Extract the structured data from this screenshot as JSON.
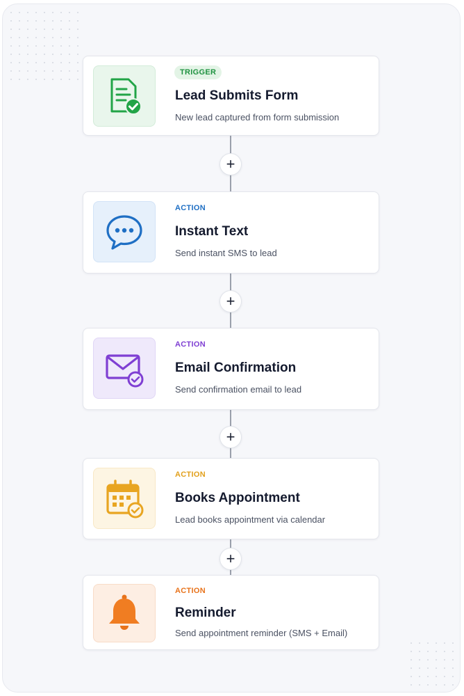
{
  "steps": [
    {
      "badge": "TRIGGER",
      "title": "Lead Submits Form",
      "description": "New lead captured from form submission",
      "icon": "form-check-icon",
      "accent": "#22a447",
      "icon_bg": "#e9f6ec"
    },
    {
      "badge": "ACTION",
      "title": "Instant Text",
      "description": "Send instant SMS to lead",
      "icon": "chat-bubble-icon",
      "accent": "#1f6fc4",
      "icon_bg": "#e6f0fb"
    },
    {
      "badge": "ACTION",
      "title": "Email Confirmation",
      "description": "Send confirmation email to lead",
      "icon": "envelope-check-icon",
      "accent": "#7f3fd3",
      "icon_bg": "#efe9fb"
    },
    {
      "badge": "ACTION",
      "title": "Books Appointment",
      "description": "Lead books appointment via calendar",
      "icon": "calendar-check-icon",
      "accent": "#e8a521",
      "icon_bg": "#fdf5e3"
    },
    {
      "badge": "ACTION",
      "title": "Reminder",
      "description": "Send appointment reminder (SMS + Email)",
      "icon": "bell-icon",
      "accent": "#e8731b",
      "icon_bg": "#fdeee3"
    }
  ],
  "add_step_label": "+"
}
